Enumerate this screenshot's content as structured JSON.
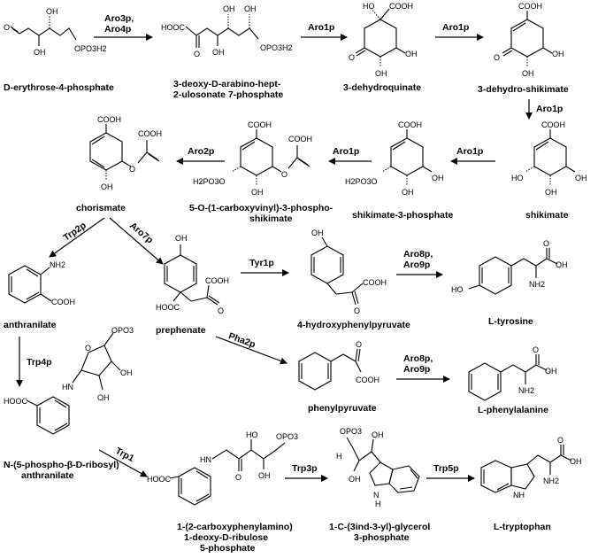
{
  "compounds": {
    "e4p": "D-erythrose-4-phosphate",
    "dahp_line1": "3-deoxy-D-arabino-hept-",
    "dahp_line2": "2-ulosonate 7-phosphate",
    "dhq": "3-dehydroquinate",
    "dhs": "3-dehydro-shikimate",
    "shikimate": "shikimate",
    "s3p": "shikimate-3-phosphate",
    "epsp_line1": "5-O-(1-carboxyvinyl)-3-phospho-",
    "epsp_line2": "shikimate",
    "chorismate": "chorismate",
    "anthranilate": "anthranilate",
    "prephenate": "prephenate",
    "hpp": "4-hydroxyphenylpyruvate",
    "tyr": "L-tyrosine",
    "pp": "phenylpyruvate",
    "phe": "L-phenylalanine",
    "pra_line1": "N-(5-phospho-β-D-ribosyl)",
    "pra_line2": "anthranilate",
    "cdrp_line1": "1-(2-carboxyphenylamino)",
    "cdrp_line2": "1-deoxy-D-ribulose",
    "cdrp_line3": "5-phosphate",
    "igp_line1": "1-C-(3ind-3-yl)-glycerol",
    "igp_line2": "3-phosphate",
    "trp": "L-tryptophan"
  },
  "enzymes": {
    "aro3_4_line1": "Aro3p,",
    "aro3_4_line2": "Aro4p",
    "aro1_a": "Aro1p",
    "aro1_b": "Aro1p",
    "aro1_c": "Aro1p",
    "aro1_d": "Aro1p",
    "aro1_e": "Aro1p",
    "aro2": "Aro2p",
    "trp2": "Trp2p",
    "aro7": "Aro7p",
    "tyr1": "Tyr1p",
    "aro8_9_a_line1": "Aro8p,",
    "aro8_9_a_line2": "Aro9p",
    "pha2": "Pha2p",
    "aro8_9_b_line1": "Aro8p,",
    "aro8_9_b_line2": "Aro9p",
    "trp4": "Trp4p",
    "trp1": "Trp1",
    "trp3": "Trp3p",
    "trp5": "Trp5p"
  },
  "groups": {
    "oh": "OH",
    "cooh": "COOH",
    "hooc": "HOOC",
    "o": "O",
    "opo3h2": "OPO3H2",
    "h2po3o": "H2PO3O",
    "opo3": "OPO3",
    "nh2": "NH2",
    "hn": "HN",
    "nh": "NH",
    "n": "N",
    "h": "H",
    "ho": "HO",
    "oh_hn": "HN"
  }
}
